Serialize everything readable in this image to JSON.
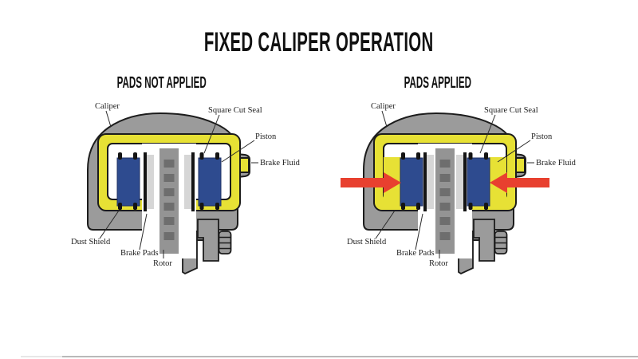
{
  "title": "FIXED CALIPER OPERATION",
  "panels": [
    {
      "heading": "PADS NOT APPLIED",
      "applied": false
    },
    {
      "heading": "PADS APPLIED",
      "applied": true
    }
  ],
  "diagram_labels": {
    "caliper": "Caliper",
    "square_cut_seal": "Square Cut Seal",
    "piston": "Piston",
    "brake_fluid": "Brake Fluid",
    "dust_shield": "Dust Shield",
    "brake_pads": "Brake Pads",
    "rotor": "Rotor"
  },
  "colors": {
    "caliper_gray": "#9b9b9b",
    "rotor_gray": "#949494",
    "rotor_slot_gray": "#6e6e6e",
    "pad_gray": "#d6d6d6",
    "brake_fluid_yellow": "#e7e135",
    "piston_blue": "#2e4b8f",
    "seal_black": "#141414",
    "arrow_red": "#e8402f",
    "outline": "#1c1c1c",
    "progress_track": "#b9b9b9",
    "progress_left_segment": "#e7e7e7"
  }
}
